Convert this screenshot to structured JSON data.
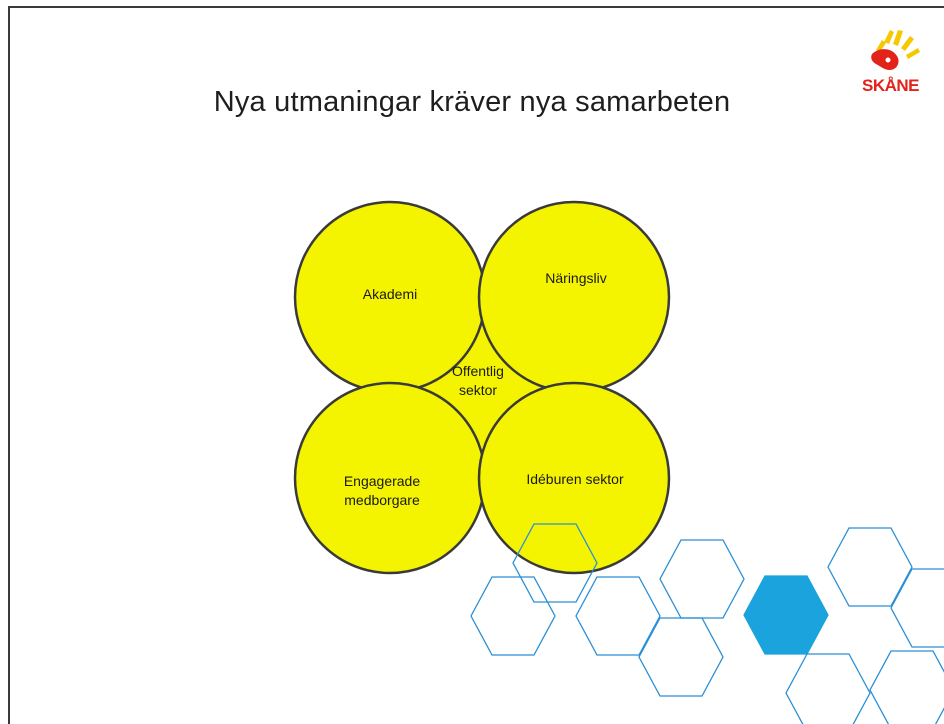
{
  "slide": {
    "title": "Nya utmaningar kräver nya samarbeten",
    "logo_text": "SKÅNE",
    "center_label_line1": "Offentlig",
    "center_label_line2": "sektor"
  },
  "circles": [
    {
      "id": "akademi",
      "label": "Akademi"
    },
    {
      "id": "naringsliv",
      "label": "Näringsliv"
    },
    {
      "id": "engagerade",
      "label_line1": "Engagerade",
      "label_line2": "medborgare"
    },
    {
      "id": "ideburen",
      "label": "Idéburen sektor"
    }
  ],
  "colors": {
    "circle_fill": "#f4f400",
    "circle_stroke": "#3a3a3a",
    "hex_stroke": "#2a8fd6",
    "hex_fill_accent": "#1aa3dd",
    "logo_red": "#e2231a",
    "logo_yellow": "#f6c800"
  }
}
